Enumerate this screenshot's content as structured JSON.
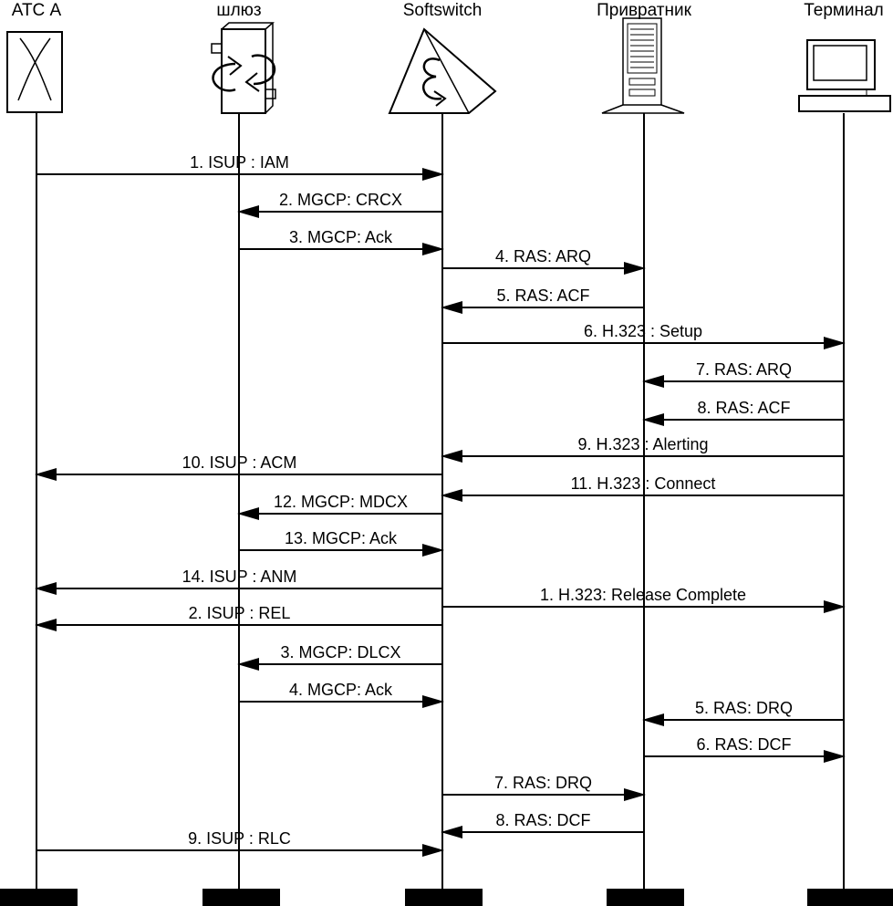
{
  "diagram": {
    "entities": [
      {
        "label": "АТС А",
        "icon": "pbx-switch-icon"
      },
      {
        "label": "шлюз",
        "icon": "gateway-icon"
      },
      {
        "label": "Softswitch",
        "icon": "softswitch-pyramid-icon"
      },
      {
        "label": "Привратник",
        "icon": "gatekeeper-server-icon"
      },
      {
        "label": "Терминал",
        "icon": "terminal-computer-icon"
      }
    ],
    "messages": [
      {
        "label": "1. ISUP : IAM",
        "from": 0,
        "to": 2
      },
      {
        "label": "2. MGCP: CRCX",
        "from": 2,
        "to": 1
      },
      {
        "label": "3. MGCP: Ack",
        "from": 1,
        "to": 2
      },
      {
        "label": "4. RAS: ARQ",
        "from": 2,
        "to": 3
      },
      {
        "label": "5. RAS: ACF",
        "from": 3,
        "to": 2
      },
      {
        "label": "6. H.323 : Setup",
        "from": 2,
        "to": 4
      },
      {
        "label": "7. RAS: ARQ",
        "from": 4,
        "to": 3
      },
      {
        "label": "8. RAS: ACF",
        "from": 4,
        "to": 3
      },
      {
        "label": "9. H.323 : Alerting",
        "from": 4,
        "to": 2
      },
      {
        "label": "10. ISUP : ACM",
        "from": 2,
        "to": 0
      },
      {
        "label": "11. H.323 : Connect",
        "from": 4,
        "to": 2
      },
      {
        "label": "12. MGCP: MDCX",
        "from": 2,
        "to": 1
      },
      {
        "label": "13. MGCP: Ack",
        "from": 1,
        "to": 2
      },
      {
        "label": "14. ISUP : ANM",
        "from": 2,
        "to": 0
      },
      {
        "label": "1. H.323: Release Complete",
        "from": 2,
        "to": 4
      },
      {
        "label": "2. ISUP : REL",
        "from": 2,
        "to": 0
      },
      {
        "label": "3. MGCP: DLCX",
        "from": 2,
        "to": 1
      },
      {
        "label": "4. MGCP: Ack",
        "from": 1,
        "to": 2
      },
      {
        "label": "5. RAS: DRQ",
        "from": 4,
        "to": 3
      },
      {
        "label": "6. RAS: DCF",
        "from": 3,
        "to": 4
      },
      {
        "label": "7. RAS: DRQ",
        "from": 2,
        "to": 3
      },
      {
        "label": "8. RAS: DCF",
        "from": 3,
        "to": 2
      },
      {
        "label": "9. ISUP : RLC",
        "from": 0,
        "to": 2
      }
    ]
  }
}
